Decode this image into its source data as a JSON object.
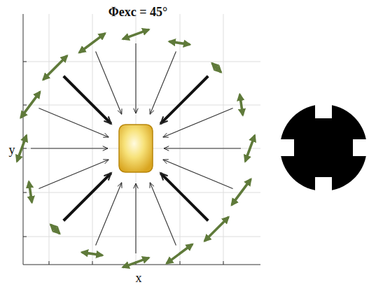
{
  "diagram": {
    "title": "Φexc = 45°",
    "labels": [
      "y",
      "x"
    ]
  }
}
